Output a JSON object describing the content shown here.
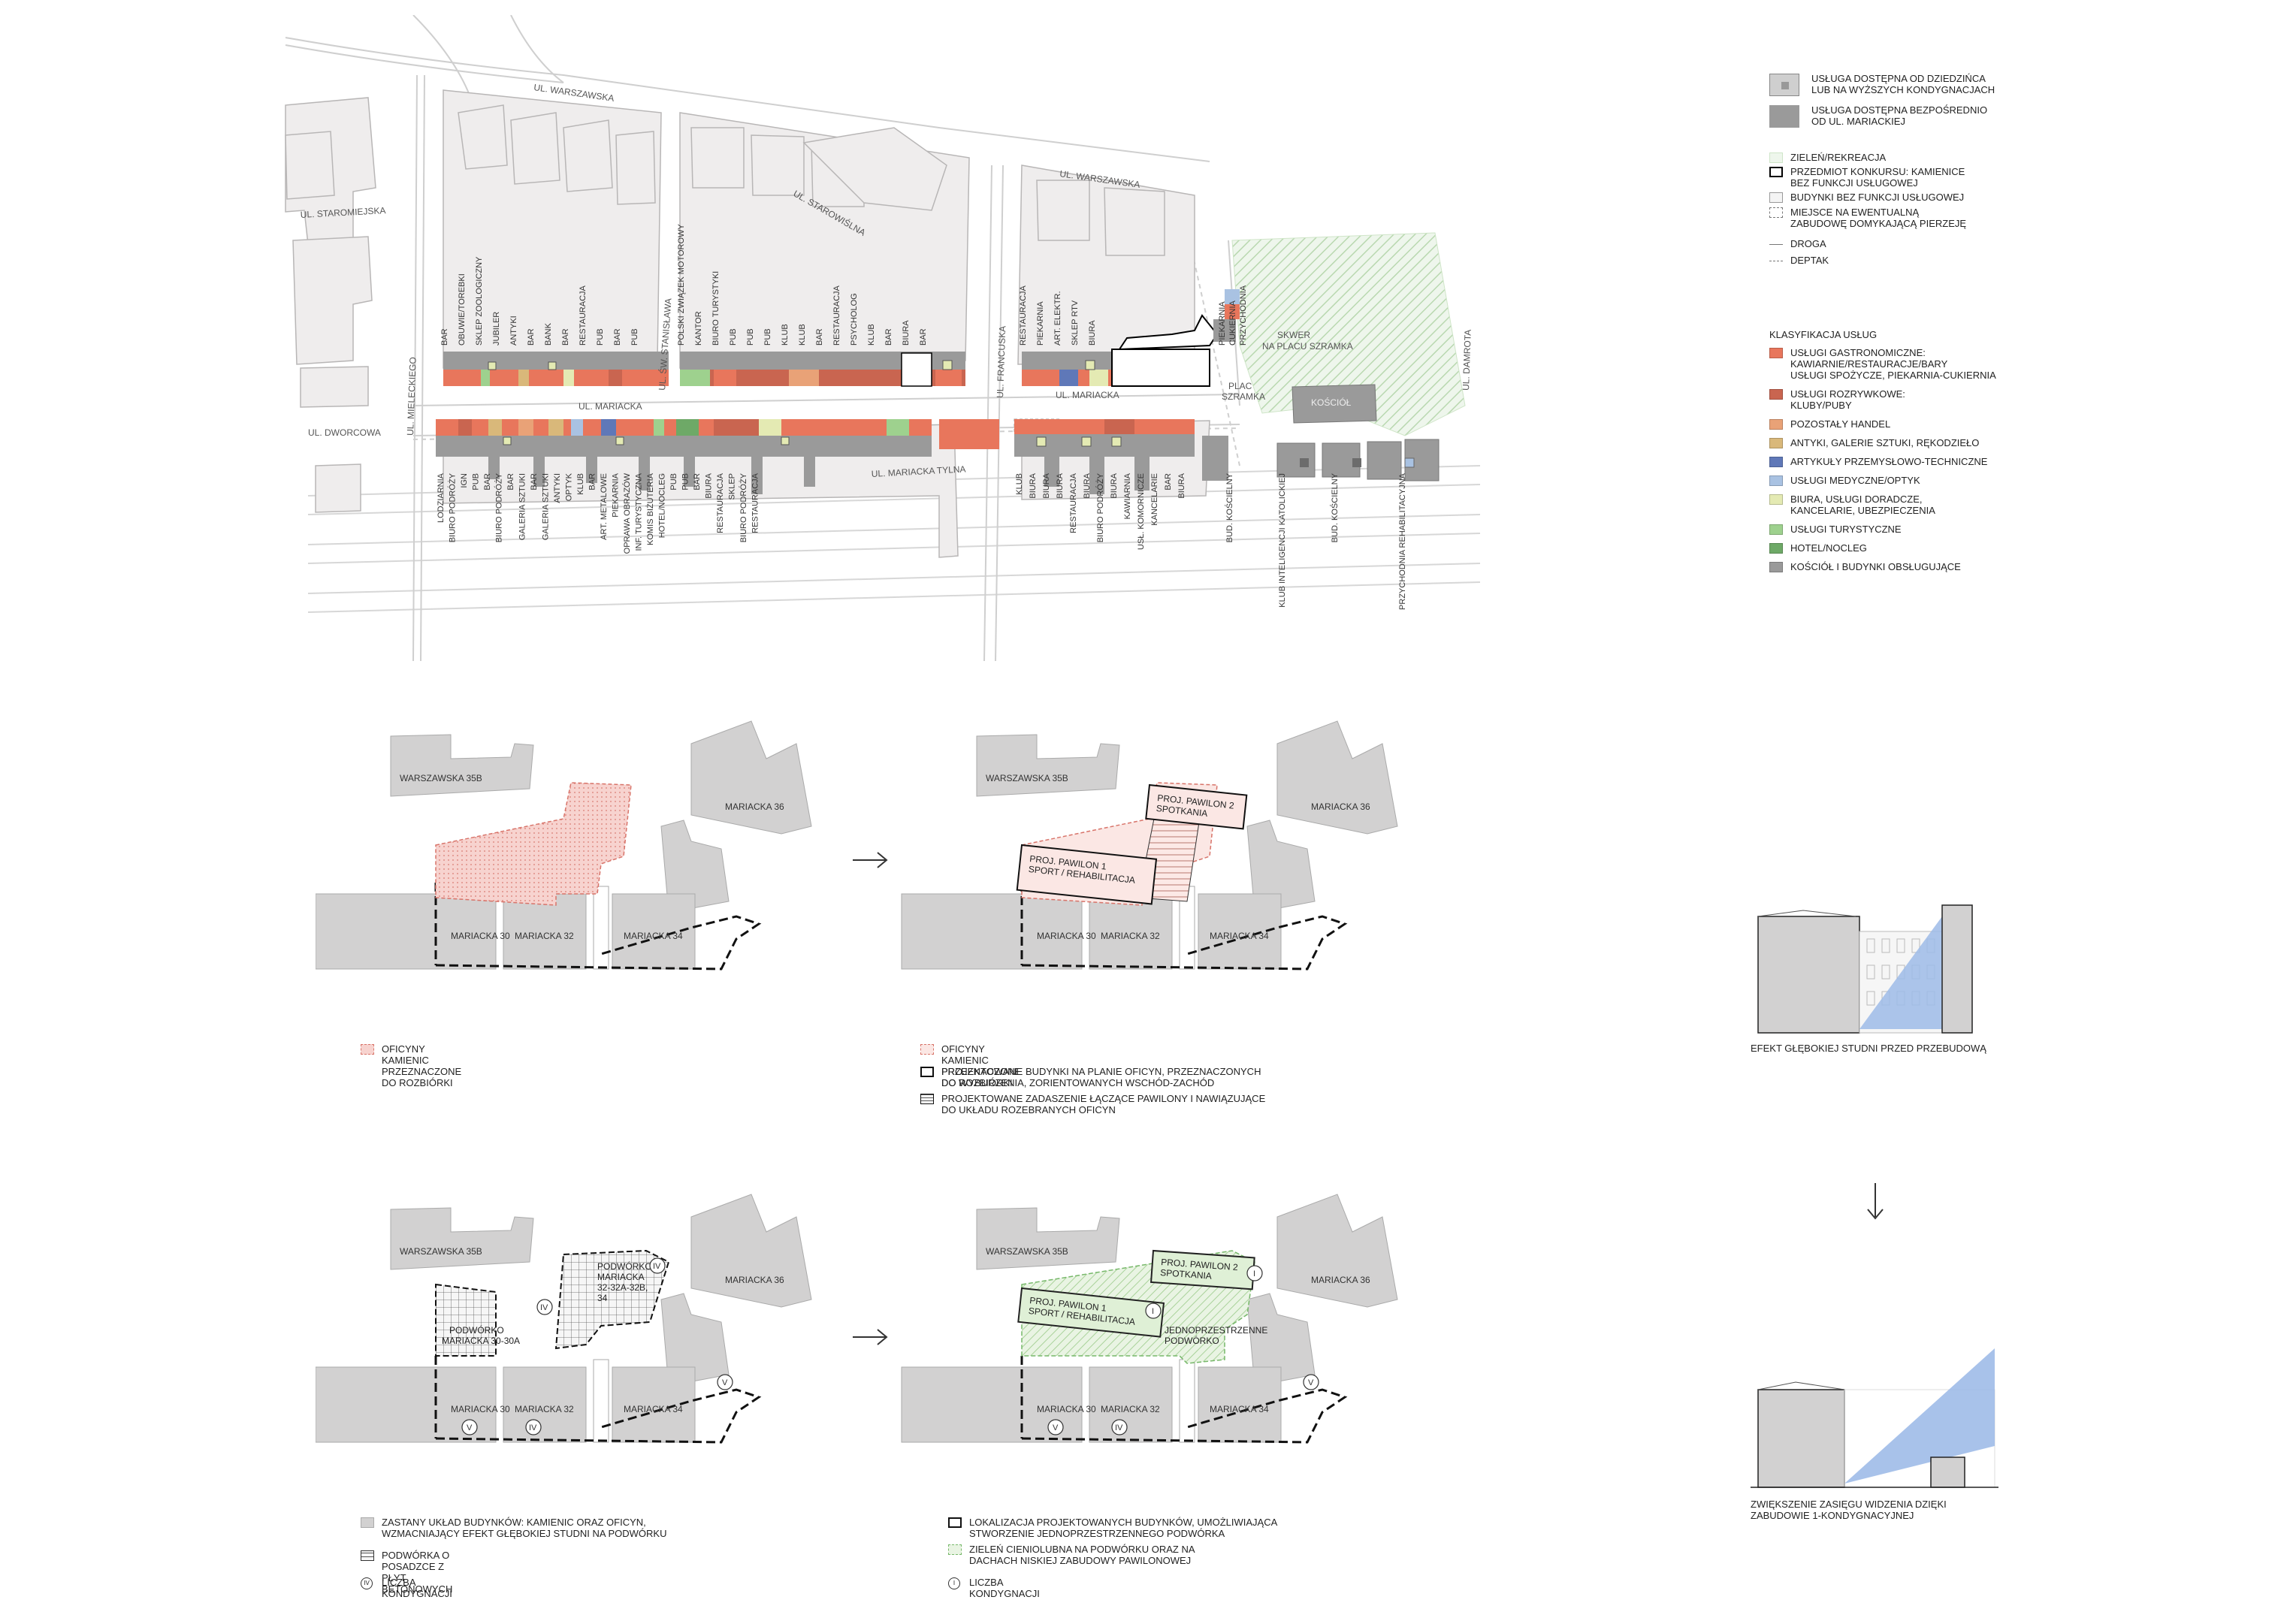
{
  "map": {
    "streets": {
      "warszawska_1": "UL. WARSZAWSKA",
      "warszawska_2": "UL. WARSZAWSKA",
      "starowislna": "UL. STAROWIŚLNA",
      "staromiejska": "UL. STAROMIEJSKA",
      "mielecka": "UL. MIELECKIEGO",
      "sw_stanislawa": "UL. ŚW. STANISŁAWA",
      "franciszka": "UL. FRANCUSKA",
      "mariacka_1": "UL. MARIACKA",
      "mariacka_2": "UL. MARIACKA",
      "dworcowa": "UL. DWORCOWA",
      "mariacka_tylna": "UL. MARIACKA TYLNA",
      "damrota": "UL. DAMROTA",
      "plac": "PLAC\nSZRAMKA",
      "skwer": "SKWER\nNA PLACU SZRAMKA",
      "kosciol": "KOŚCIÓŁ"
    },
    "north_labels": [
      "BAR",
      "OBUWIE/TOREBKI",
      "SKLEP ZOOLOGICZNY",
      "JUBILER",
      "ANTYKI",
      "BAR",
      "BANK",
      "BAR",
      "RESTAURACJA",
      "PUB",
      "BAR",
      "PUB",
      "POLSKI ZWIĄZEK MOTOROWY",
      "KANTOR",
      "BIURO TURYSTYKI",
      "PUB",
      "PUB",
      "PUB",
      "KLUB",
      "KLUB",
      "BAR",
      "RESTAURACJA",
      "PSYCHOLOG",
      "KLUB",
      "BAR",
      "BIURA",
      "BAR",
      "RESTAURACJA",
      "PIEKARNIA",
      "ART. ELEKTR.",
      "SKLEP RTV",
      "BIURA",
      "PIEKARNIA",
      "CUKIERNIA",
      "PRZYCHODNIA"
    ],
    "south_labels": [
      "LODZIARNIA",
      "BIURO PODRÓŻY",
      "IGN",
      "PUB",
      "BAR",
      "BIURO PODRÓŻY",
      "BAR",
      "GALERIA SZTUKI",
      "BAR",
      "GALERIA SZTUKI",
      "ANTYKI",
      "OPTYK",
      "KLUB",
      "BAR",
      "ART. METALOWE",
      "PIEKARNIA",
      "OPRAWA OBRAZÓW",
      "INF. TURYSTYCZNA",
      "KOMIS BIŻUTERIA",
      "HOTEL/NOCLEG",
      "PUB",
      "PUB",
      "BAR",
      "BIURA",
      "RESTAURACJA",
      "SKLEP",
      "BIURO PODRÓŻY",
      "RESTAURACJA",
      "KLUB",
      "BIURA",
      "BIURA",
      "BIURA",
      "RESTAURACJA",
      "BIURA",
      "BIURO PODRÓŻY",
      "BIURA",
      "KAWIARNIA",
      "USŁ. KOMORNICZE",
      "KANCELARIE",
      "BAR",
      "BIURA",
      "BUD. KOŚCIELNY",
      "KLUB INTELIGENCJI KATOLICKIEJ",
      "BUD. KOŚCIELNY",
      "PRZYCHODNIA REHABILITACYJNA"
    ]
  },
  "legend": {
    "access": [
      {
        "label": "USŁUGA DOSTĘPNA OD DZIEDZIŃCA\nLUB NA WYŻSZYCH KONDYGNACJACH"
      },
      {
        "label": "USŁUGA DOSTĘPNA BEZPOŚREDNIO\nOD UL. MARIACKIEJ"
      }
    ],
    "features": [
      {
        "label": "ZIELEŃ/REKREACJA"
      },
      {
        "label": "PRZEDMIOT KONKURSU: KAMIENICE\nBEZ FUNKCJI USŁUGOWEJ"
      },
      {
        "label": "BUDYNKI BEZ FUNKCJI USŁUGOWEJ"
      },
      {
        "label": "MIEJSCE NA EWENTUALNĄ\nZABUDOWĘ DOMYKAJĄCĄ PIERZEJĘ"
      },
      {
        "label": "DROGA"
      },
      {
        "label": "DEPTAK"
      }
    ],
    "class_title": "KLASYFIKACJA USŁUG",
    "classes": [
      {
        "label": "USŁUGI GASTRONOMICZNE:\nKAWIARNIE/RESTAURACJE/BARY\nUSŁUGI SPOŻYCZE, PIEKARNIA-CUKIERNIA",
        "color": "#e8765c"
      },
      {
        "label": "USŁUGI ROZRYWKOWE:\nKLUBY/PUBY",
        "color": "#c96550"
      },
      {
        "label": "POZOSTAŁY HANDEL",
        "color": "#e9a277"
      },
      {
        "label": "ANTYKI, GALERIE SZTUKI, RĘKODZIEŁO",
        "color": "#d9b87a"
      },
      {
        "label": "ARTYKUŁY PRZEMYSŁOWO-TECHNICZNE",
        "color": "#5f78b8"
      },
      {
        "label": "USŁUGI MEDYCZNE/OPTYK",
        "color": "#a9c2e2"
      },
      {
        "label": "BIURA, USŁUGI DORADCZE,\nKANCELARIE, UBEZPIECZENIA",
        "color": "#e4eab3"
      },
      {
        "label": "USŁUGI TURYSTYCZNE",
        "color": "#9ed18e"
      },
      {
        "label": "HOTEL/NOCLEG",
        "color": "#6ea967"
      },
      {
        "label": "KOŚCIÓŁ I BUDYNKI OBSŁUGUJĄCE",
        "color": "#9a9a9a"
      }
    ]
  },
  "plans": {
    "warszawska": "WARSZAWSKA 35B",
    "m30": "MARIACKA 30",
    "m32": "MARIACKA 32",
    "m34": "MARIACKA 34",
    "m36": "MARIACKA 36",
    "pawilon1": "PROJ. PAWILON 1\nSPORT / REHABILITACJA",
    "pawilon2": "PROJ. PAWILON 2\nSPOTKANIA",
    "podworko1": "PODWÓRKO\nMARIACKA 30-30A",
    "podworko2": "PODWÓRKO\nMARIACKA\n32-32A-32B,\n34",
    "jedno": "JEDNOPRZESTRZENNE\nPODWÓRKO",
    "roman4": "IV",
    "roman5": "V",
    "roman1": "I"
  },
  "plan_legends": {
    "p1": [
      "OFICYNY KAMIENIC PRZEZNACZONE DO ROZBIÓRKI"
    ],
    "p2": [
      "OFICYNY KAMIENIC PRZEZNACZONE DO ROZBIÓRKI",
      "PROJEKTOWANE BUDYNKI NA PLANIE OFICYN, PRZEZNACZONYCH\nDO WYBURZENIA, ZORIENTOWANYCH WSCHÓD-ZACHÓD",
      "PROJEKTOWANE ZADASZENIE ŁĄCZĄCE PAWILONY I NAWIĄZUJĄCE\nDO UKŁADU ROZEBRANYCH OFICYN"
    ],
    "p3": [
      "ZASTANY UKŁAD BUDYNKÓW: KAMIENIC ORAZ OFICYN,\nWZMACNIAJĄCY EFEKT GŁĘBOKIEJ STUDNI NA PODWÓRKU",
      "PODWÓRKA O POSADZCE Z PŁYT BETONOWYCH",
      "LICZBA KONDYGNACJI"
    ],
    "p4": [
      "LOKALIZACJA PROJEKTOWANYCH BUDYNKÓW, UMOŻLIWIAJĄCA\nSTWORZENIE JEDNOPRZESTRZENNEGO PODWÓRKA",
      "ZIELEŃ CIENIOLUBNA NA PODWÓRKU ORAZ NA\nDACHACH NISKIEJ ZABUDOWY PAWILONOWEJ",
      "LICZBA KONDYGNACJI"
    ]
  },
  "sections": {
    "before": "EFEKT GŁĘBOKIEJ STUDNI PRZED PRZEBUDOWĄ",
    "after": "ZWIĘKSZENIE ZASIĘGU WIDZENIA DZIĘKI\nZABUDOWIE 1-KONDYGNACYJNEJ"
  }
}
